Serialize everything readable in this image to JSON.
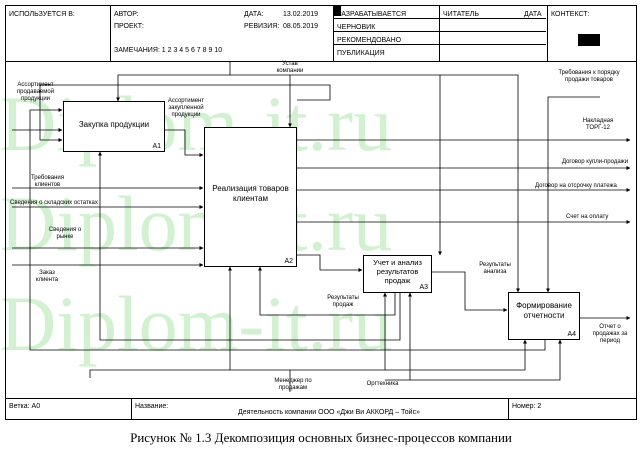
{
  "header": {
    "used_in": "ИСПОЛЬЗУЕТСЯ В:",
    "author": "АВТОР:",
    "project": "ПРОЕКТ:",
    "date_label": "ДАТА:",
    "date_value": "13.02.2019",
    "revision_label": "РЕВИЗИЯ:",
    "revision_value": "08.05.2019",
    "notes": "ЗАМЕЧАНИЯ: 1 2 3 4 5 6 7 8 9 10",
    "status": [
      "РАЗРАБАТЫВАЕТСЯ",
      "ЧЕРНОВИК",
      "РЕКОМЕНДОВАНО",
      "ПУБЛИКАЦИЯ"
    ],
    "reader": "ЧИТАТЕЛЬ",
    "reader_date": "ДАТА",
    "context": "КОНТЕКСТ:"
  },
  "watermark": "Diplom-it.ru",
  "boxes": [
    {
      "name": "Закупка продукции",
      "num": "A1"
    },
    {
      "name": "Реализация товаров клиентам",
      "num": "A2"
    },
    {
      "name": "Учет и анализ результатов продаж",
      "num": "A3"
    },
    {
      "name": "Формирование отчетности",
      "num": "A4"
    }
  ],
  "arrows": {
    "charter": "Устав компании",
    "assortment_sold": "Ассортимент продаваемой продукции",
    "assortment_bought": "Ассортимент закупленной продукции",
    "client_req": "Требования клиентов",
    "stock_info": "Сведения о складских остатках",
    "market_info": "Сведения о рынке",
    "client_order": "Заказ клиента",
    "report_req": "Требования к порядку продажи товаров",
    "invoice": "Накладная ТОРГ-12",
    "contract": "Договор купли-продажи",
    "deferred": "Договор на отсрочку платежа",
    "payment_bill": "Счет на оплату",
    "sales_results": "Результаты продаж",
    "analysis_results": "Результаты анализа",
    "period_report": "Отчет о продажах за период",
    "manager": "Менеджер по продажам",
    "equipment": "Оргтехника"
  },
  "footer": {
    "branch": "Ветка: A0",
    "name_label": "Название:",
    "name_value": "Деятельность компании ООО «Джи Ви АККОРД – Тойс»",
    "number": "Номер: 2"
  },
  "caption": "Рисунок № 1.3 Декомпозиция основных бизнес-процессов компании"
}
